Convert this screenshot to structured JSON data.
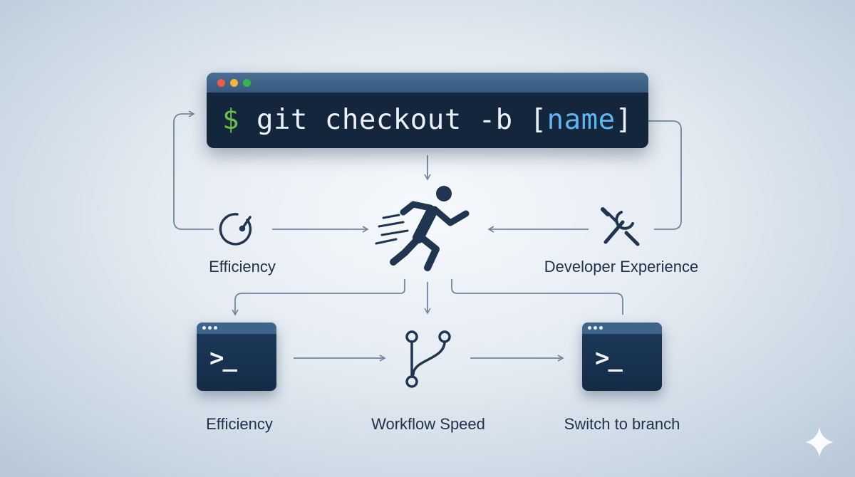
{
  "terminal": {
    "prompt_symbol": "$",
    "command": " git checkout -b ",
    "argument_open": "[",
    "argument": "name",
    "argument_close": "]"
  },
  "nodes": {
    "top_left_label": "Efficiency",
    "top_right_label": "Developer Experience",
    "bottom_left_label": "Efficiency",
    "bottom_center_label": "Workflow Speed",
    "bottom_right_label": "Switch to branch",
    "mini_terminal_prompt": ">_"
  },
  "icons": [
    "gauge-icon",
    "runner-icon",
    "wrench-screwdriver-icon",
    "terminal-icon",
    "git-branch-icon",
    "sparkle-icon"
  ],
  "colors": {
    "terminal_bg": "#14263c",
    "prompt": "#6cc04a",
    "argument": "#5fb5f0",
    "icon": "#1f3550",
    "connector": "#6f869e"
  }
}
